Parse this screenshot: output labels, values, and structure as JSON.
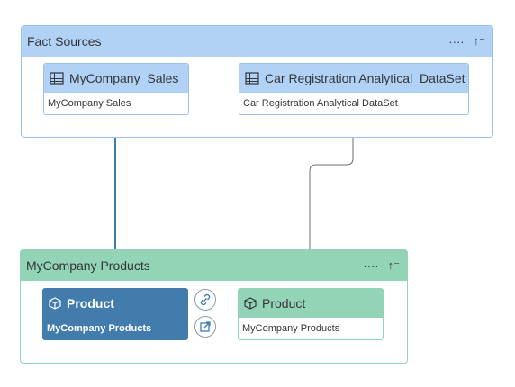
{
  "fact_group": {
    "title": "Fact Sources",
    "more_label": "····",
    "collapse_label": "↑⁻",
    "nodes": [
      {
        "title": "MyCompany_Sales",
        "subtitle": "MyCompany Sales",
        "icon": "table-icon"
      },
      {
        "title": "Car Registration Analytical_DataSet",
        "subtitle": "Car Registration Analytical DataSet",
        "icon": "table-icon"
      }
    ]
  },
  "dimension_group": {
    "title": "MyCompany Products",
    "more_label": "····",
    "collapse_label": "↑⁻",
    "nodes": [
      {
        "title": "Product",
        "subtitle": "MyCompany Products",
        "icon": "cube-icon",
        "selected": true
      },
      {
        "title": "Product",
        "subtitle": "MyCompany Products",
        "icon": "cube-icon",
        "selected": false
      }
    ],
    "actions": [
      {
        "icon": "link-icon"
      },
      {
        "icon": "open-external-icon"
      }
    ]
  },
  "colors": {
    "fact_header": "#b1d2f5",
    "fact_border": "#9cc1e6",
    "dimension_header": "#93d4b6",
    "dimension_border": "#93d4b6",
    "selected_node": "#427cac",
    "line_selected": "#427cac",
    "line_default": "#6a6d70"
  }
}
